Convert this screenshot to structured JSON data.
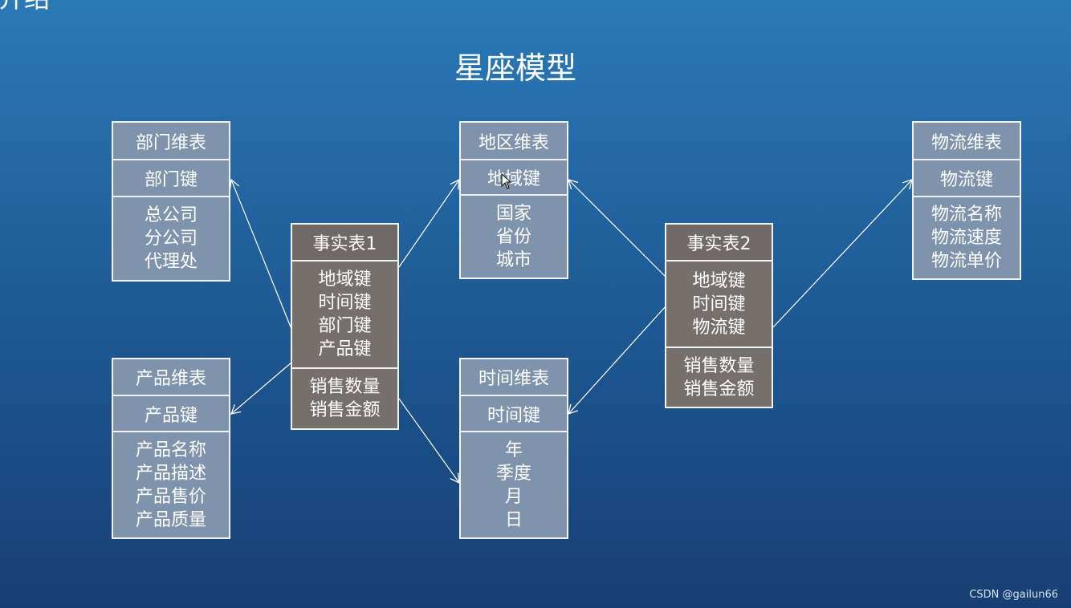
{
  "corner_title": "介绍",
  "title": "星座模型",
  "tables": {
    "dept": {
      "header": "部门维表",
      "key": "部门键",
      "attrs": [
        "总公司",
        "分公司",
        "代理处"
      ]
    },
    "region": {
      "header": "地区维表",
      "key": "地域键",
      "attrs": [
        "国家",
        "省份",
        "城市"
      ]
    },
    "logistics": {
      "header": "物流维表",
      "key": "物流键",
      "attrs": [
        "物流名称",
        "物流速度",
        "物流单价"
      ]
    },
    "product": {
      "header": "产品维表",
      "key": "产品键",
      "attrs": [
        "产品名称",
        "产品描述",
        "产品售价",
        "产品质量"
      ]
    },
    "time": {
      "header": "时间维表",
      "key": "时间键",
      "attrs": [
        "年",
        "季度",
        "月",
        "日"
      ]
    },
    "fact1": {
      "header": "事实表1",
      "keys": [
        "地域键",
        "时间键",
        "部门键",
        "产品键"
      ],
      "measures": [
        "销售数量",
        "销售金额"
      ]
    },
    "fact2": {
      "header": "事实表2",
      "keys": [
        "地域键",
        "时间键",
        "物流键"
      ],
      "measures": [
        "销售数量",
        "销售金额"
      ]
    }
  },
  "watermark": "CSDN @gailun66"
}
